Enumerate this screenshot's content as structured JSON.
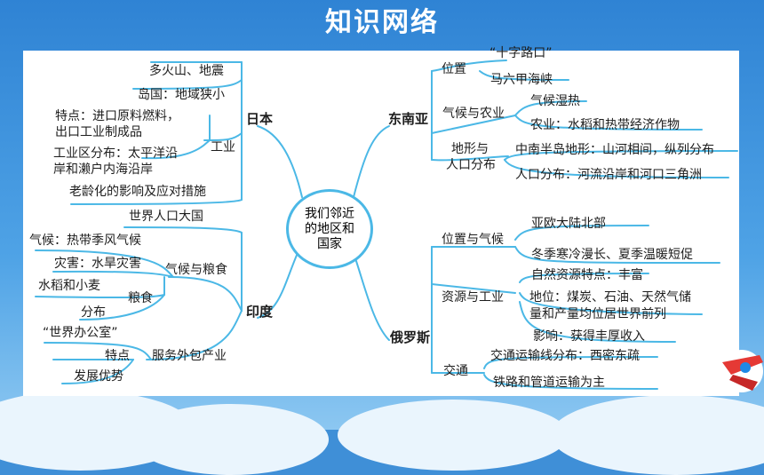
{
  "title": "知识网络",
  "center": {
    "line1": "我们邻近",
    "line2": "的地区和",
    "line3": "国家"
  },
  "japan": {
    "hub": "日本",
    "l1": "多火山、地震",
    "l2": "岛国：地域狭小",
    "l3a": "特点：进口原料燃料，",
    "l3b": "出口工业制成品",
    "gongye": "工业",
    "l4a": "工业区分布：太平洋沿",
    "l4b": "岸和濑户内海沿岸",
    "l5": "老龄化的影响及应对措施"
  },
  "india": {
    "hub": "印度",
    "l1": "世界人口大国",
    "l2": "气候：热带季风气候",
    "l3": "灾害：水旱灾害",
    "qihou": "气候与粮食",
    "l4": "水稻和小麦",
    "liangshi": "粮食",
    "l5": "分布",
    "l6": "“世界办公室”",
    "tedian": "特点",
    "fuwu": "服务外包产业",
    "l7": "发展优势"
  },
  "sea": {
    "hub": "东南亚",
    "weizhi": "位置",
    "l1": "“十字路口”",
    "l2": "马六甲海峡",
    "qihou": "气候与农业",
    "l3": "气候湿热",
    "l4": "农业：水稻和热带经济作物",
    "dixing_a": "地形与",
    "dixing_b": "人口分布",
    "l5": "中南半岛地形：山河相间，纵列分布",
    "l6": "人口分布：河流沿岸和河口三角洲"
  },
  "russia": {
    "hub": "俄罗斯",
    "weizhi": "位置与气候",
    "l1": "亚欧大陆北部",
    "l2": "冬季寒冷漫长、夏季温暖短促",
    "ziyuan": "资源与工业",
    "l3": "自然资源特点：丰富",
    "l4a": "地位：煤炭、石油、天然气储",
    "l4b": "量和产量均位居世界前列",
    "l5": "影响：获得丰厚收入",
    "jiaotong": "交通",
    "l6": "交通运输线分布：西密东疏",
    "l7": "铁路和管道运输为主"
  },
  "colors": {
    "line": "#4bb8e6",
    "text": "#1d1d1d",
    "background": "#3f8fd7"
  }
}
